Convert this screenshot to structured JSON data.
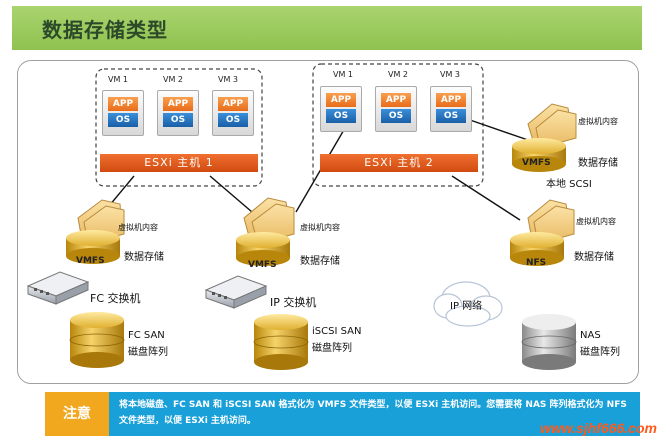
{
  "title": "数据存储类型",
  "hosts": [
    {
      "name": "ESXi 主机 1",
      "vms": [
        {
          "label": "VM 1",
          "app": "APP",
          "os": "OS"
        },
        {
          "label": "VM 2",
          "app": "APP",
          "os": "OS"
        },
        {
          "label": "VM 3",
          "app": "APP",
          "os": "OS"
        }
      ]
    },
    {
      "name": "ESXi 主机 2",
      "vms": [
        {
          "label": "VM 1",
          "app": "APP",
          "os": "OS"
        },
        {
          "label": "VM 2",
          "app": "APP",
          "os": "OS"
        },
        {
          "label": "VM 3",
          "app": "APP",
          "os": "OS"
        }
      ]
    }
  ],
  "datastores": {
    "fc_vmfs": {
      "content": "虚拟机内容",
      "fs": "VMFS",
      "name": "数据存储"
    },
    "ip_vmfs": {
      "content": "虚拟机内容",
      "fs": "VMFS",
      "name": "数据存储"
    },
    "local_vmfs": {
      "content": "虚拟机内容",
      "fs": "VMFS",
      "name": "数据存储",
      "location": "本地 SCSI"
    },
    "nfs": {
      "content": "虚拟机内容",
      "fs": "NFS",
      "name": "数据存储"
    }
  },
  "switches": {
    "fc": "FC 交换机",
    "ip": "IP 交换机"
  },
  "network": {
    "ip": "IP 网络"
  },
  "arrays": {
    "fc_san": {
      "line1": "FC SAN",
      "line2": "磁盘阵列"
    },
    "iscsi_san": {
      "line1": "iSCSI SAN",
      "line2": "磁盘阵列"
    },
    "nas": {
      "line1": "NAS",
      "line2": "磁盘阵列"
    }
  },
  "note": {
    "label": "注意",
    "text": "将本地磁盘、FC SAN 和 iSCSI SAN 格式化为 VMFS 文件类型，以便 ESXi 主机访问。您需要将 NAS 阵列格式化为 NFS 文件类型，以便 ESXi 主机访问。"
  },
  "watermark": "www.sjhf666.com",
  "colors": {
    "title_bg": "#9ccc65",
    "note_bg": "#1aa0d8",
    "note_label_bg": "#f2a81e",
    "esxi_bar": "#e05a1a",
    "app": "#f08030",
    "os": "#1f6fbf"
  }
}
